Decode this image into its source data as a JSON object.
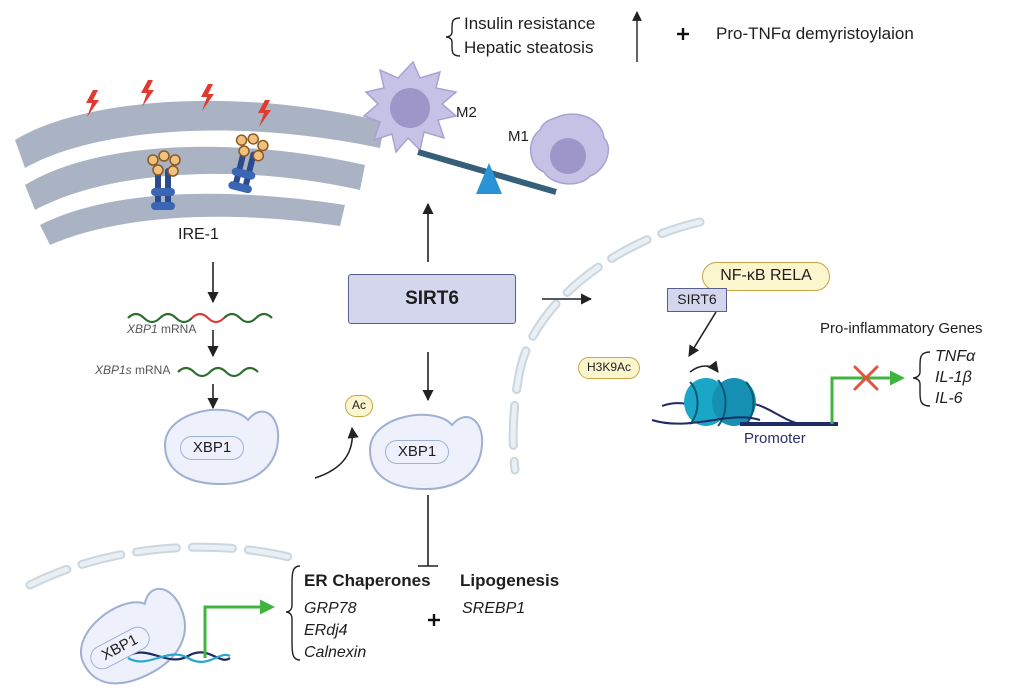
{
  "top_note": {
    "line1": "Insulin resistance",
    "line2": "Hepatic steatosis",
    "plus": "+",
    "effect": "Pro-TNFα demyristoylaion"
  },
  "macrophages": {
    "m2": "M2",
    "m1": "M1"
  },
  "er": {
    "receptor": "IRE-1"
  },
  "mrna": {
    "xbp1_gene": "XBP1",
    "xbp1_suffix": " mRNA",
    "xbp1s_gene": "XBP1s",
    "xbp1s_suffix": " mRNA"
  },
  "proteins": {
    "xbp1_left": "XBP1",
    "xbp1_center": "XBP1",
    "xbp1_bottom": "XBP1"
  },
  "center": {
    "sirt6": "SIRT6",
    "acetyl": "Ac"
  },
  "nfkb": {
    "complex": "NF-κB RELA",
    "sirt6_small": "SIRT6",
    "histone_mark": "H3K9Ac",
    "promoter": "Promoter",
    "genes_title": "Pro-inflammatory Genes",
    "genes": [
      "TNFα",
      "IL-1β",
      "IL-6"
    ]
  },
  "er_chaperones": {
    "title": "ER Chaperones",
    "genes": [
      "GRP78",
      "ERdj4",
      "Calnexin"
    ],
    "plus": "+"
  },
  "lipogenesis": {
    "title": "Lipogenesis",
    "gene": "SREBP1"
  },
  "colors": {
    "er_gray": "#a9b3c3",
    "macrophage": "#c6c2e6",
    "macrophage_nucleus": "#9e95c9",
    "sirt6_fill": "#d4d6ee",
    "sirt6_border": "#5a5f8a",
    "cell_fill": "#eef1fb",
    "cell_border": "#9fb0d2",
    "mrna_green": "#2d6e2d",
    "mrna_red": "#e23a3a",
    "nucleus_dash": "#c9d9e6",
    "gene_arrow": "#3fb43f",
    "inhibit_x": "#e0553f",
    "nucleosome": "#1aa6c6",
    "pill_yellow": "#fcf6cf",
    "pill_yellow_border": "#c7a544",
    "lightning": "#e03a2f",
    "seesaw": "#355f7a",
    "seesaw_pivot": "#2a93d8"
  }
}
